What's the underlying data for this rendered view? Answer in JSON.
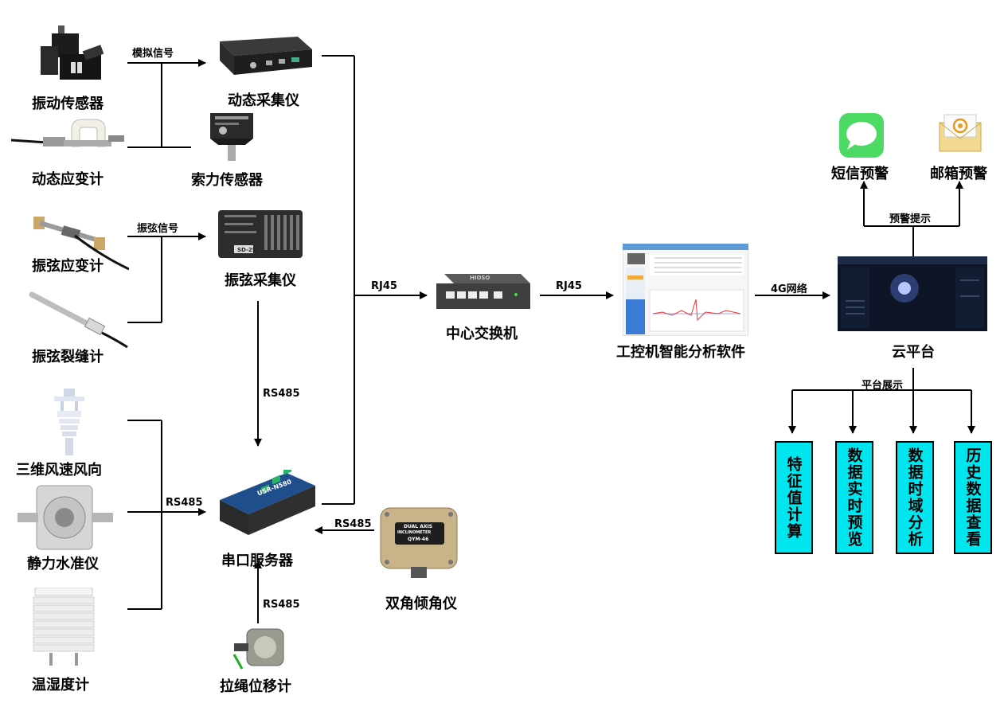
{
  "sensors": {
    "vibration": "振动传感器",
    "dyn_strain": "动态应变计",
    "vw_strain": "振弦应变计",
    "vw_crack": "振弦裂缝计",
    "wind": "三维风速风向",
    "level": "静力水准仪",
    "temp": "温湿度计",
    "cable_force": "索力传感器",
    "draw_wire": "拉绳位移计",
    "tilt": "双角倾角仪"
  },
  "devices": {
    "dyn_acq": "动态采集仪",
    "vw_acq": "振弦采集仪",
    "serial": "串口服务器",
    "switch": "中心交换机",
    "ipc": "工控机智能分析软件",
    "cloud": "云平台"
  },
  "signals": {
    "analog": "模拟信号",
    "vw": "振弦信号",
    "rs485_a": "RS485",
    "rs485_b": "RS485",
    "rs485_c": "RS485",
    "rs485_d": "RS485",
    "rj45_a": "RJ45",
    "rj45_b": "RJ45",
    "net4g": "4G网络",
    "alert_hint": "预警提示",
    "platform_show": "平台展示"
  },
  "alerts": {
    "sms": "短信预警",
    "email": "邮箱预警"
  },
  "functions": [
    {
      "label": "特征值计算"
    },
    {
      "label": "数据实时预览"
    },
    {
      "label": "数据时域分析"
    },
    {
      "label": "历史数据查看"
    }
  ],
  "device_marks": {
    "switch_brand": "HIOSO",
    "tilt_line1": "DUAL AXIS",
    "tilt_line2": "INCLINOMETER",
    "tilt_model": "QYM-46",
    "serial_brand": "USR-N580",
    "vw_tag": "SD-2S"
  },
  "colors": {
    "function_box": "#00e5ee",
    "sms_green": "#4cd964",
    "lines": "#000000"
  }
}
